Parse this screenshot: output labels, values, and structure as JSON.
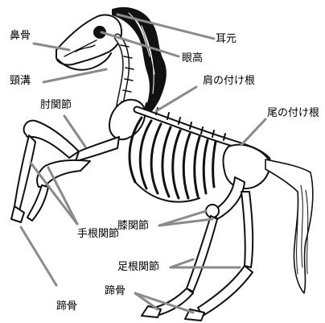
{
  "labels": {
    "nasal_bone": "鼻骨",
    "ear_base": "耳元",
    "eye_height": "眼高",
    "jugular_groove": "頸溝",
    "shoulder_root": "肩の付け根",
    "elbow_joint": "肘関節",
    "tail_root": "尾の付け根",
    "carpal_joint": "手根関節",
    "knee_joint": "膝関節",
    "tarsal_joint": "足根関節",
    "hoof_bone_front": "蹄骨",
    "hoof_bone_hind": "蹄骨"
  },
  "colors": {
    "bone": "#ffffff",
    "outline": "#111111",
    "leader_line": "#8a8a8a",
    "label_text": "#000000"
  }
}
